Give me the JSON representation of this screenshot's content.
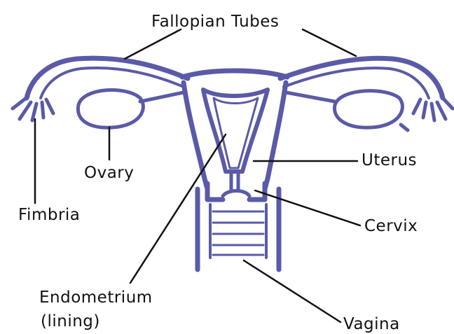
{
  "diagram": {
    "labels": {
      "fallopian_tubes": "Fallopian Tubes",
      "uterus": "Uterus",
      "ovary": "Ovary",
      "fimbria": "Fimbria",
      "cervix": "Cervix",
      "endometrium": "Endometrium",
      "lining": "(lining)",
      "vagina": "Vagina"
    },
    "colors": {
      "tissue": "#5a5aa8",
      "tissue_light": "#8080c4",
      "leader_line": "#111111",
      "label_text": "#111111",
      "background": "#ffffff"
    }
  }
}
